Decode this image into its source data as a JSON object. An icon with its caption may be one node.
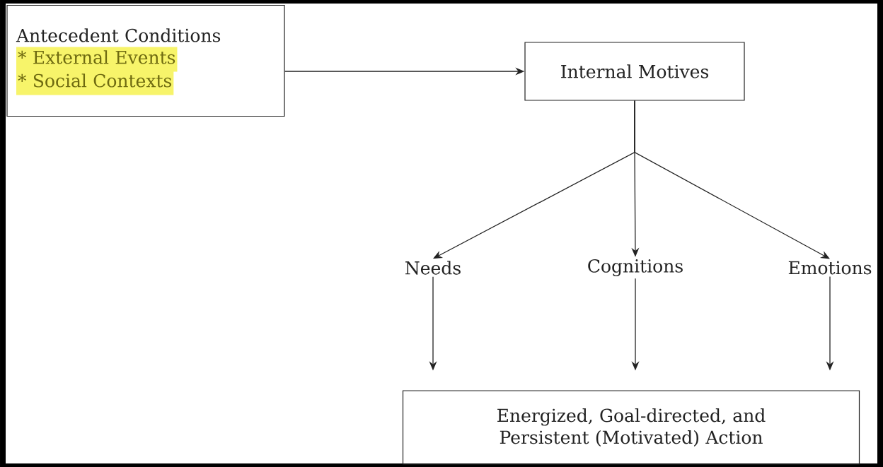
{
  "diagram": {
    "nodes": [
      {
        "text": [
          "Antecedent Conditions",
          "* External Events",
          "* Social Contexts"
        ]
      },
      {
        "text": [
          "Internal Motives"
        ]
      },
      {
        "text": [
          "Needs"
        ]
      },
      {
        "text": [
          "Cognitions"
        ]
      },
      {
        "text": [
          "Emotions"
        ]
      },
      {
        "text": [
          "Energized, Goal-directed, and Persistent (Motivated) Action"
        ]
      }
    ],
    "edges": [
      {
        "from": 0,
        "to": 1,
        "arrow": "to"
      },
      {
        "from": 1,
        "to": 2,
        "arrow": "to"
      },
      {
        "from": 1,
        "to": 3,
        "arrow": "to"
      },
      {
        "from": 1,
        "to": 4,
        "arrow": "to"
      },
      {
        "from": 2,
        "to": 5,
        "arrow": "to"
      },
      {
        "from": 3,
        "to": 5,
        "arrow": "to"
      },
      {
        "from": 4,
        "to": 5,
        "arrow": "to"
      }
    ]
  }
}
